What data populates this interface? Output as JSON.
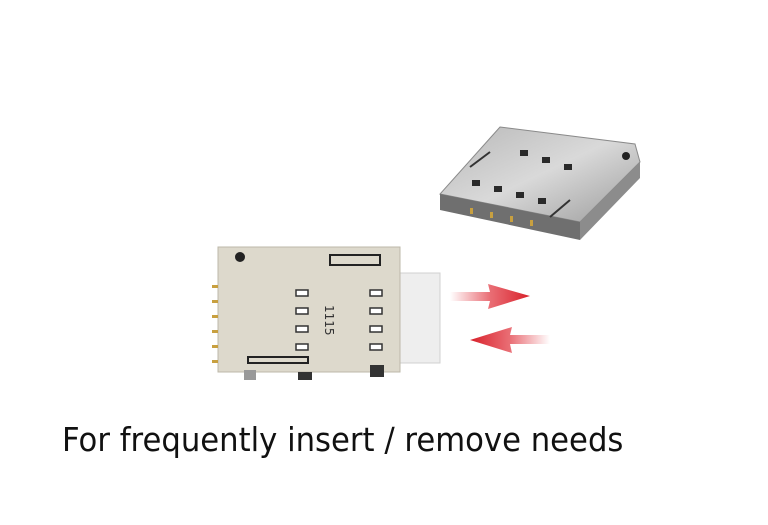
{
  "caption": "For frequently insert / remove needs",
  "images": {
    "top_connector": {
      "description": "SIM card connector (angled view)",
      "label": ""
    },
    "front_connector": {
      "description": "SIM card connector with card inserted",
      "marking": "1115"
    }
  },
  "arrows": [
    {
      "direction": "right",
      "meaning": "insert",
      "color": "#e0303a"
    },
    {
      "direction": "left",
      "meaning": "remove",
      "color": "#e0303a"
    }
  ],
  "colors": {
    "background": "#ffffff",
    "caption": "#111111",
    "metal_light": "#dcd8cc",
    "metal_gray": "#9a9a9a"
  }
}
